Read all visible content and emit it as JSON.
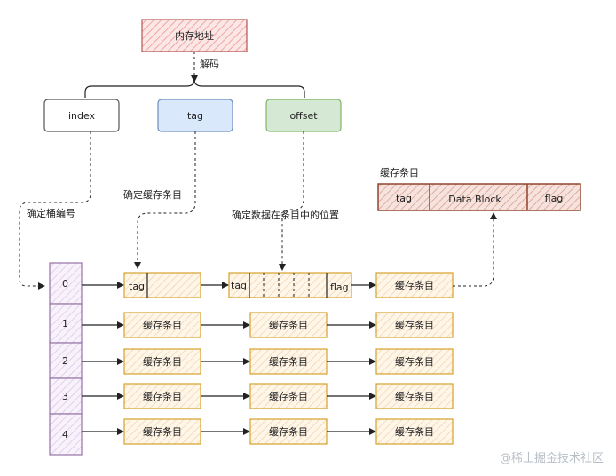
{
  "top_box": {
    "label": "内存地址",
    "color": "#b85450"
  },
  "decode_label": "解码",
  "fields": {
    "index": {
      "label": "index",
      "color": "#555555"
    },
    "tag": {
      "label": "tag",
      "color": "#6c8ebf"
    },
    "offset": {
      "label": "offset",
      "color": "#82b366"
    }
  },
  "annotations": {
    "bucket_index": "确定桶编号",
    "cache_entry": "确定缓存条目",
    "position_in_entry": "确定数据在条目中的位置"
  },
  "entry_detail": {
    "title": "缓存条目",
    "tag": "tag",
    "data_block": "Data Block",
    "flag": "flag",
    "color": "#8b3a1f"
  },
  "buckets": [
    "0",
    "1",
    "2",
    "3",
    "4"
  ],
  "row0": {
    "tag": "tag",
    "flag": "flag",
    "entry": "缓存条目"
  },
  "entry_label": "缓存条目",
  "colors": {
    "bucket": "#9673a6",
    "entry": "#d6a22b"
  },
  "watermark": "@稀土掘金技术社区"
}
